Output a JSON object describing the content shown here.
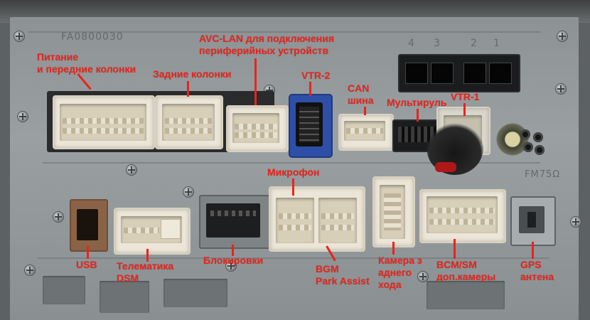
{
  "photo": {
    "stencil_top_left": "FA0800030",
    "stencil_antenna": "FM75Ω",
    "port_numbers": [
      "4",
      "3",
      "2",
      "1"
    ]
  },
  "labels": {
    "power": "Питание\nи передние колонки",
    "rear_speakers": "Задние колонки",
    "avc_lan": "AVC-LAN для подключения\nпериферийных устройств",
    "vtr2": "VTR-2",
    "can": "CAN\nшина",
    "multiwheel": "Мультируль",
    "vtr1": "VTR-1",
    "microphone": "Микрофон",
    "usb": "USB",
    "telematics": "Телематика\nDSM",
    "locks": "Блокировки",
    "bgm": "BGM\nPark Assist",
    "rear_camera": "Камера з\nаднего\nхода",
    "bcm": "BCM/SM\nдоп.камеры",
    "gps": "GPS\nантена"
  },
  "colors": {
    "label": "#e8241c",
    "connector_white": "#ece6d8",
    "connector_blue": "#2d4fa8",
    "connector_black": "#1b1c1d",
    "connector_brown": "#8a6346",
    "connector_gray": "#7e8386",
    "chassis": "#9aa0a2"
  }
}
